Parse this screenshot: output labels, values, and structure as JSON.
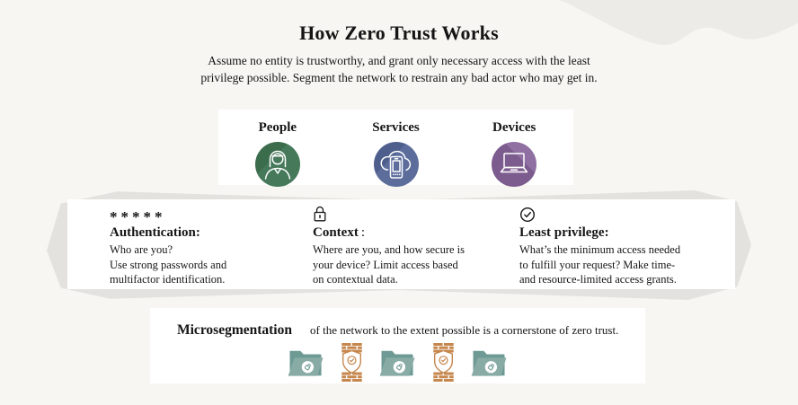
{
  "header": {
    "title": "How Zero Trust Works",
    "subtitle_line1": "Assume no entity is trustworthy, and grant only necessary access with the least",
    "subtitle_line2": "privilege possible. Segment the network to restrain any bad actor who may get in."
  },
  "entities_card": {
    "items": [
      {
        "label": "People",
        "icon": "person-icon",
        "color": "#45795a"
      },
      {
        "label": "Services",
        "icon": "cloud-phone-icon",
        "color": "#5c6d9c"
      },
      {
        "label": "Devices",
        "icon": "laptop-icon",
        "color": "#7c5b8e"
      }
    ]
  },
  "principles_band": {
    "sections": [
      {
        "icon": "password-asterisks",
        "icon_text": "*****",
        "heading": "Authentication:",
        "heading_suffix": "",
        "lines": [
          "Who are you?",
          "Use strong passwords and",
          "multifactor identification."
        ]
      },
      {
        "icon": "lock-icon",
        "icon_text": "",
        "heading": "Context",
        "heading_suffix": ":",
        "lines": [
          "Where are you, and how secure is",
          "your device? Limit access based",
          "on contextual data."
        ]
      },
      {
        "icon": "check-circle-icon",
        "icon_text": "",
        "heading": "Least privilege:",
        "heading_suffix": "",
        "lines": [
          "What’s the minimum access needed",
          "to fulfill your request? Make time-",
          "and resource-limited access grants."
        ]
      }
    ]
  },
  "microsegmentation_card": {
    "heading": "Microsegmentation",
    "text": "of the network to the extent possible is a cornerstone of zero trust.",
    "icons": [
      "folder-icon",
      "firewall-icon",
      "folder-icon",
      "firewall-icon",
      "folder-icon"
    ]
  },
  "colors": {
    "background": "#f7f6f3",
    "blob": "#ecebe7",
    "card": "#ffffff",
    "band_shadow": "#e4e2de",
    "people_green": "#45795a",
    "people_green_shade": "#3b6c4c",
    "services_blue": "#5c6d9c",
    "services_blue_shade": "#4e5f8e",
    "devices_purple": "#7c5b8e",
    "devices_purple_light": "#906fa2",
    "folder_teal": "#88aca5",
    "folder_teal_dark": "#6d9a94",
    "firewall_orange": "#c6874e",
    "text": "#151515"
  }
}
